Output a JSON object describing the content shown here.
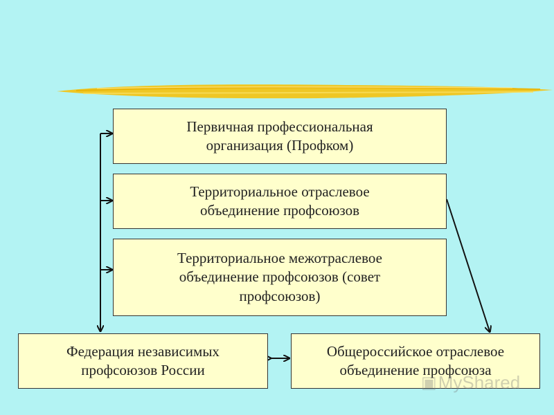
{
  "diagram": {
    "boxes": [
      {
        "id": "box1",
        "text": "Первичная профессиональная\nорганизация (Профком)"
      },
      {
        "id": "box2",
        "text": "Территориальное отраслевое\nобъединение профсоюзов"
      },
      {
        "id": "box3",
        "text": "Территориальное межотраслевое\nобъединение профсоюзов (совет\nпрофсоюзов)"
      },
      {
        "id": "box4",
        "text": "Федерация независимых\nпрофсоюзов России"
      },
      {
        "id": "box5",
        "text": "Общероссийское отраслевое\nобъединение профсоюза"
      }
    ]
  },
  "watermark": {
    "text": "MyShared"
  },
  "colors": {
    "background": "#b3f3f3",
    "box_fill": "#ffffcc",
    "brush": "#f2c419",
    "arrow": "#111111"
  }
}
